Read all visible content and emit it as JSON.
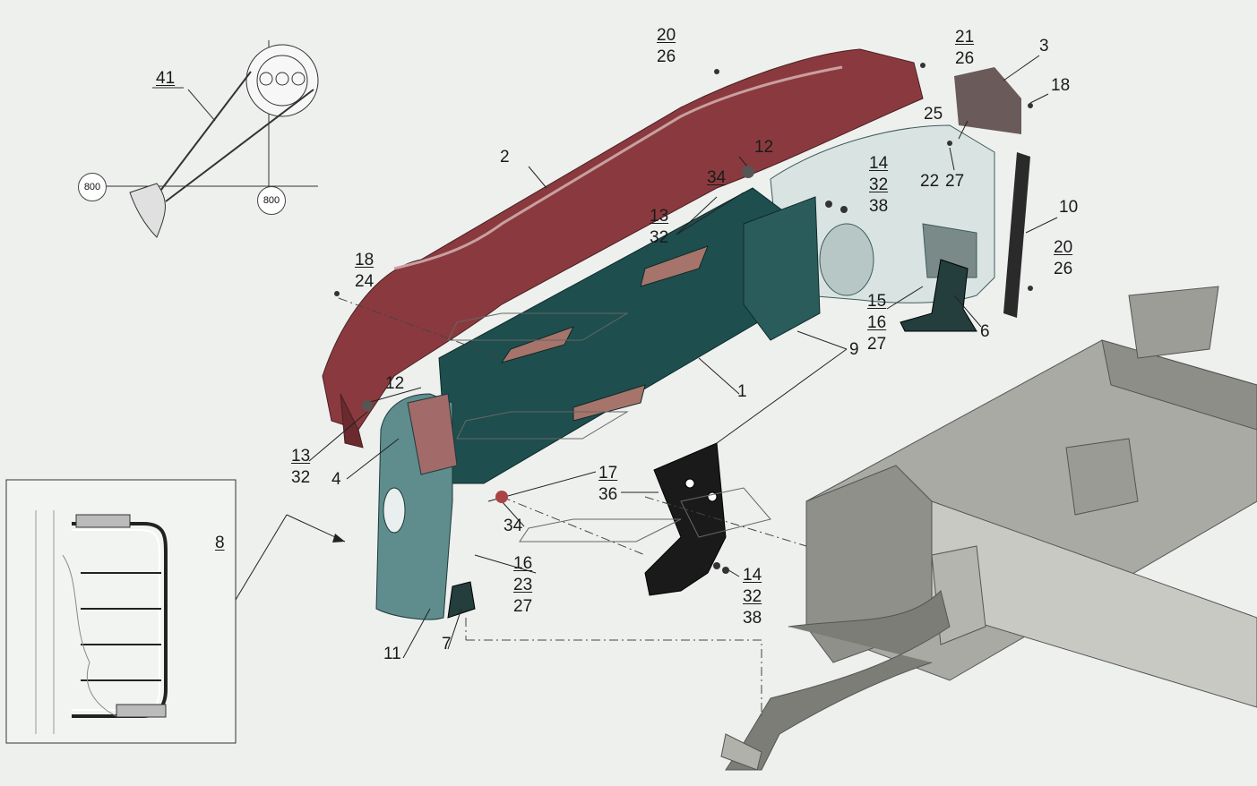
{
  "parts": {
    "p1": "1",
    "p2": "2",
    "p3": "3",
    "p4": "4",
    "p6": "6",
    "p7": "7",
    "p8": "8",
    "p9": "9",
    "p10": "10",
    "p11": "11",
    "p12a": "12",
    "p12b": "12",
    "p13a": "13",
    "p32a": "32",
    "p13b": "13",
    "p32b": "32",
    "p14a": "14",
    "p32c": "32",
    "p38a": "38",
    "p14b": "14",
    "p32d": "32",
    "p38b": "38",
    "p15": "15",
    "p16a": "16",
    "p27a": "27",
    "p16b": "16",
    "p23": "23",
    "p27b": "27",
    "p17": "17",
    "p36": "36",
    "p34a": "34",
    "p34b": "34",
    "p18a": "18",
    "p24": "24",
    "p18b": "18",
    "p20a": "20",
    "p26a": "26",
    "p20b": "20",
    "p26b": "26",
    "p21": "21",
    "p26c": "26",
    "p22": "22",
    "p27c": "27",
    "p25": "25",
    "p41": "41"
  },
  "dimensions": {
    "d1": "800",
    "d2": "800"
  },
  "colors": {
    "bumper": "#8a3a3e",
    "bumper_light": "#b8888a",
    "panel": "#1f4e4e",
    "panel_light": "#6e9a9a",
    "frame": "#a9aaa3",
    "bracket": "#1a1a1a",
    "background": "#eef0ee"
  }
}
